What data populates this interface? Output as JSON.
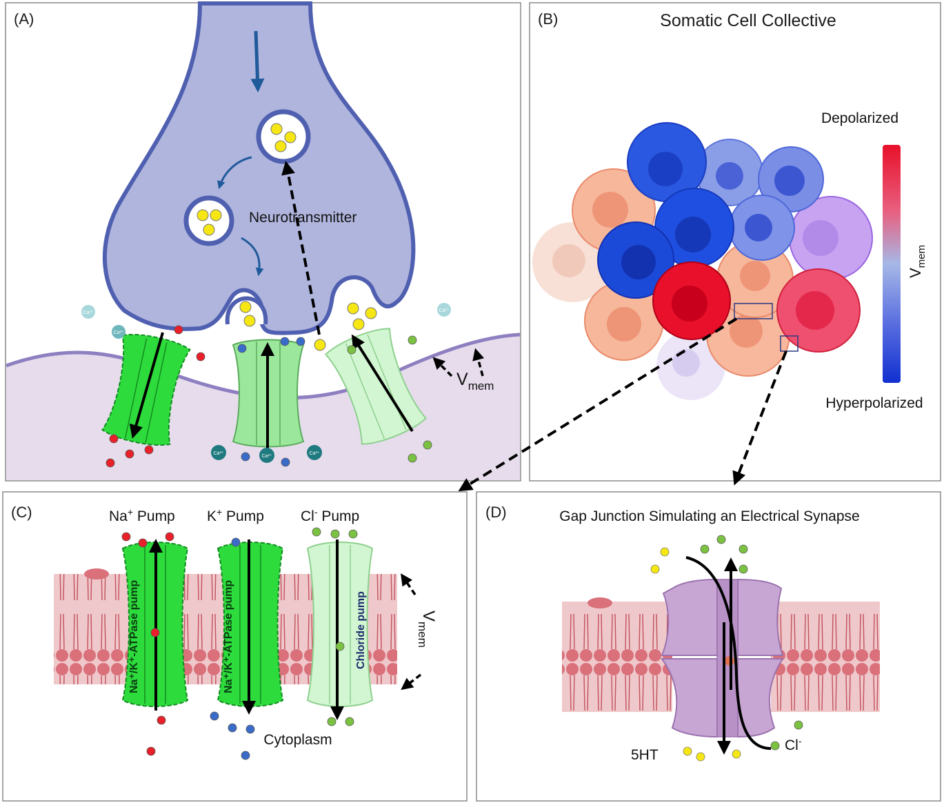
{
  "panels": {
    "a": {
      "label": "(A)",
      "neurotransmitter": "Neurotransmitter",
      "ion": "Ca²⁺",
      "vmem": {
        "main": "V",
        "sub": "mem"
      }
    },
    "b": {
      "label": "(B)",
      "title": "Somatic Cell Collective",
      "scale_top": "Depolarized",
      "scale_bottom": "Hyperpolarized",
      "vmem": {
        "main": "V",
        "sub": "mem"
      }
    },
    "c": {
      "label": "(C)",
      "pump1": {
        "ion": "Na",
        "sup": "+",
        "rest": " Pump"
      },
      "pump2": {
        "ion": "K",
        "sup": "+",
        "rest": " Pump"
      },
      "pump3": {
        "ion": "Cl",
        "sup": "-",
        "rest": " Pump"
      },
      "channel1": "Na⁺/K⁺-ATPase pump",
      "channel2": "Na⁺/K⁺-ATPase pump",
      "channel3": "Chloride pump",
      "cytoplasm": "Cytoplasm",
      "vmem": {
        "main": "V",
        "sub": "mem"
      }
    },
    "d": {
      "label": "(D)",
      "title": "Gap Junction Simulating an Electrical Synapse",
      "serotonin": "5HT",
      "chloride": {
        "ion": "Cl",
        "sup": "-"
      }
    }
  },
  "colors": {
    "sodium": "#e8202a",
    "potassium": "#3a6bc8",
    "chloride": "#7cc242",
    "serotonin": "#f5e614",
    "calcium": "#1f7a80",
    "neuron": "#b0b5de",
    "neuron_edge": "#5060b0",
    "postsynaptic": "#e6dcec",
    "channel_bright": "#2edb3c",
    "channel_mid": "#9be89c",
    "channel_pale": "#d2f6d2",
    "gap_junction": "#c8a6d4",
    "membrane": "#d9707a",
    "depolarized": "#e8102a",
    "hyperpolarized": "#1030d0"
  }
}
